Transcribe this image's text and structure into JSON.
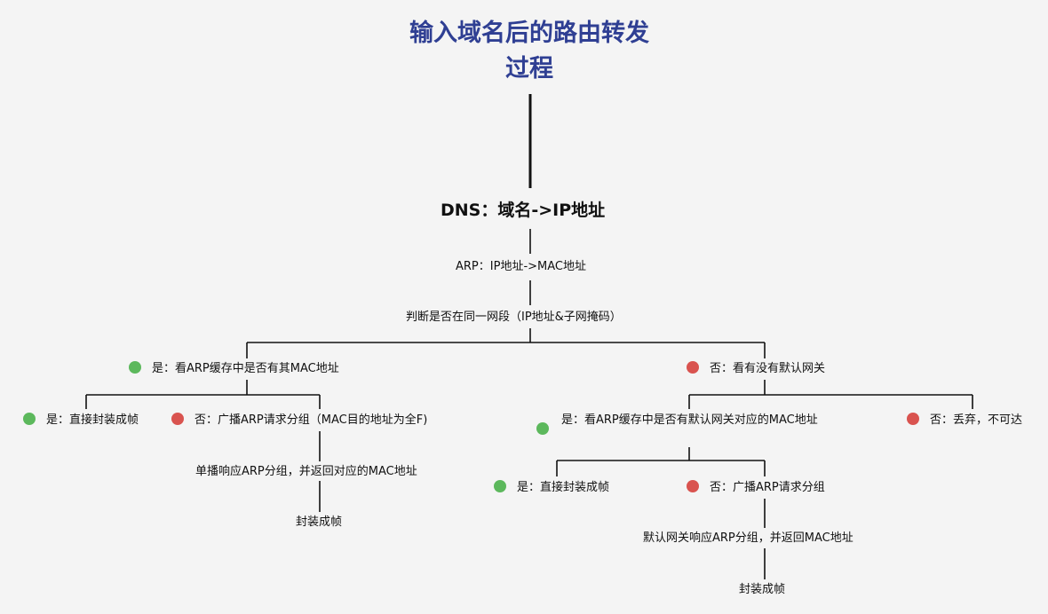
{
  "title": {
    "line1": "输入域名后的路由转发",
    "line2": "过程"
  },
  "dns": "DNS：域名->IP地址",
  "arp": "ARP：IP地址->MAC地址",
  "subnet_check": "判断是否在同一网段（IP地址&子网掩码）",
  "left": {
    "yes": "是：看ARP缓存中是否有其MAC地址",
    "yes_yes": "是：直接封装成帧",
    "yes_no": "否：广播ARP请求分组（MAC目的地址为全F)",
    "unicast": "单播响应ARP分组，并返回对应的MAC地址",
    "encap": "封装成帧"
  },
  "right": {
    "no": "否：看有没有默认网关",
    "gw_yes": "是：看ARP缓存中是否有默认网关对应的MAC地址",
    "gw_no": "否：丢弃，不可达",
    "gw_yes_yes": "是：直接封装成帧",
    "gw_yes_no": "否：广播ARP请求分组",
    "gw_reply": "默认网关响应ARP分组，并返回MAC地址",
    "encap": "封装成帧"
  },
  "colors": {
    "title": "#2f3f93",
    "yes_dot": "#5cb85c",
    "no_dot": "#d9534f"
  }
}
